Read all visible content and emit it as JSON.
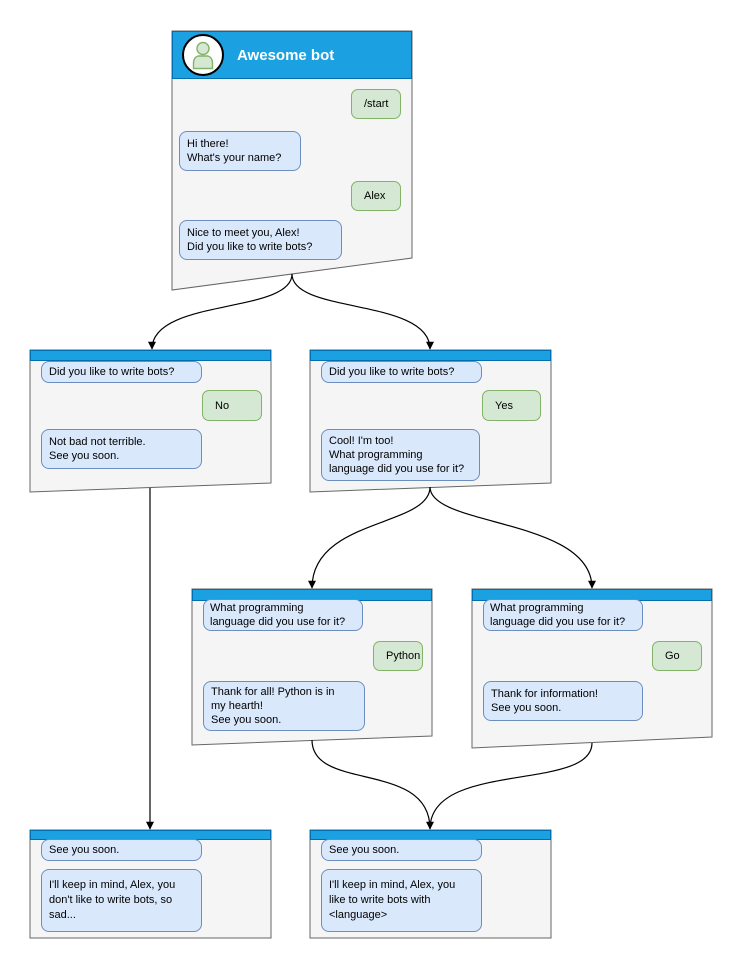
{
  "diagram": {
    "type": "chatbot-conversation-flowchart",
    "bot_title": "Awesome bot",
    "avatar_icon": "person-icon",
    "colors": {
      "header_blue": "#1BA1E2",
      "header_border": "#006EAF",
      "panel_fill": "#F5F5F5",
      "panel_border": "#666666",
      "bot_bubble_fill": "#DAE8FC",
      "bot_bubble_border": "#6C8EBF",
      "user_bubble_fill": "#D5E8D4",
      "user_bubble_border": "#82B366",
      "connector": "#000000"
    },
    "panels": [
      {
        "id": "start",
        "messages": [
          {
            "from": "user",
            "text": "/start"
          },
          {
            "from": "bot",
            "text": "Hi there!\nWhat's your name?"
          },
          {
            "from": "user",
            "text": "Alex"
          },
          {
            "from": "bot",
            "text": "Nice to meet you, Alex!\nDid you like to write bots?"
          }
        ]
      },
      {
        "id": "answer-no",
        "messages": [
          {
            "from": "bot",
            "text": "Did you like to write bots?"
          },
          {
            "from": "user",
            "text": "No"
          },
          {
            "from": "bot",
            "text": "Not bad not terrible.\nSee you soon."
          }
        ]
      },
      {
        "id": "answer-yes",
        "messages": [
          {
            "from": "bot",
            "text": "Did you like to write bots?"
          },
          {
            "from": "user",
            "text": "Yes"
          },
          {
            "from": "bot",
            "text": "Cool! I'm too!\nWhat programming\nlanguage did you use for it?"
          }
        ]
      },
      {
        "id": "lang-python",
        "messages": [
          {
            "from": "bot",
            "text": "What programming\nlanguage did you use for it?"
          },
          {
            "from": "user",
            "text": "Python"
          },
          {
            "from": "bot",
            "text": "Thank for all! Python is in\nmy hearth!\nSee you soon."
          }
        ]
      },
      {
        "id": "lang-go",
        "messages": [
          {
            "from": "bot",
            "text": "What programming\nlanguage did you use for it?"
          },
          {
            "from": "user",
            "text": "Go"
          },
          {
            "from": "bot",
            "text": "Thank for information!\nSee you soon."
          }
        ]
      },
      {
        "id": "end-no",
        "messages": [
          {
            "from": "bot",
            "text": "See you soon."
          },
          {
            "from": "bot",
            "text": "I'll keep in mind, Alex, you\ndon't like to write bots, so\nsad..."
          }
        ]
      },
      {
        "id": "end-yes",
        "messages": [
          {
            "from": "bot",
            "text": "See you soon."
          },
          {
            "from": "bot",
            "text": "I'll keep in mind, Alex, you\nlike to write bots with\n<language>"
          }
        ]
      }
    ]
  }
}
